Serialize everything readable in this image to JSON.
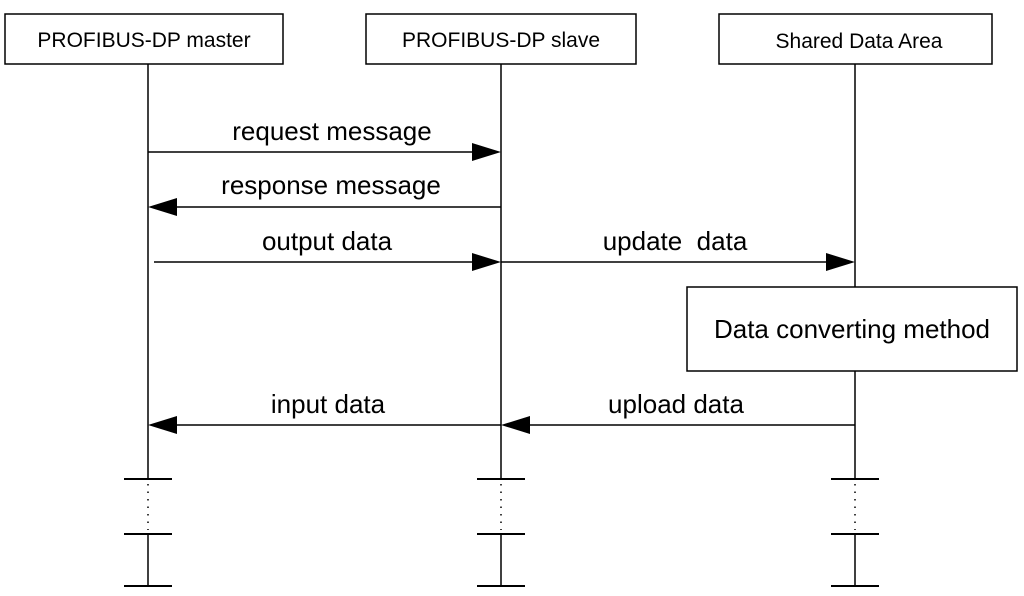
{
  "participants": {
    "master": "PROFIBUS-DP master",
    "slave": "PROFIBUS-DP slave",
    "shared": "Shared Data Area"
  },
  "messages": {
    "request": "request message",
    "response": "response message",
    "output": "output data",
    "update": "update  data",
    "input": "input data",
    "upload": "upload data"
  },
  "process_box": {
    "label": "Data converting method"
  }
}
